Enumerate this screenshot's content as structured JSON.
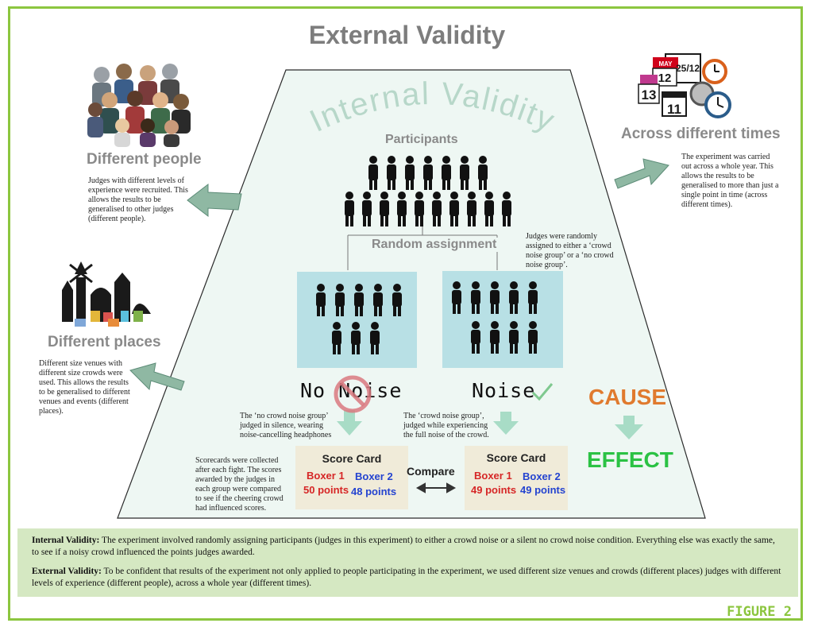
{
  "title": "External Validity",
  "internal_arc": "Internal Validity",
  "participants_label": "Participants",
  "random_assignment_label": "Random assignment",
  "random_note": "Judges were randomly assigned to either a ‘crowd noise group’ or a ‘no crowd noise group’.",
  "people": {
    "heading": "Different people",
    "note": "Judges with different levels of experience were recruited. This allows the results to be generalised to other judges (different people)."
  },
  "places": {
    "heading": "Different places",
    "note": "Different size venues with different size crowds were used. This allows the results to be generalised to different venues and events (different places)."
  },
  "times": {
    "heading": "Across different times",
    "note": "The experiment was carried out across a whole year. This allows the results to be generalised to more than just a single point in time (across different times).",
    "calendar_labels": [
      "MAY",
      "25/12",
      "12",
      "13",
      "11"
    ]
  },
  "groups": {
    "no_noise_label": "No Noise",
    "noise_label": "Noise",
    "no_noise_note": "The ‘no crowd noise group’ judged in silence, wearing noise-cancelling headphones",
    "noise_note": "The ‘crowd noise group’, judged while experiencing the full noise of the crowd."
  },
  "scorecard_note": "Scorecards were collected after each fight. The scores awarded by the judges in each group were compared to see if the cheering crowd had influenced scores.",
  "score_cards": [
    {
      "title": "Score Card",
      "boxer1": "Boxer 1",
      "boxer2": "Boxer 2",
      "points1": "50 points",
      "points2": "48 points"
    },
    {
      "title": "Score Card",
      "boxer1": "Boxer 1",
      "boxer2": "Boxer 2",
      "points1": "49 points",
      "points2": "49 points"
    }
  ],
  "compare_label": "Compare",
  "cause_label": "CAUSE",
  "effect_label": "EFFECT",
  "summary": {
    "internal_term": "Internal Validity:",
    "internal_text": " The experiment involved randomly assigning participants (judges in this experiment) to either a crowd noise or a silent no crowd noise condition. Everything else was exactly the same, to see if a noisy crowd influenced the points judges awarded.",
    "external_term": "External Validity:",
    "external_text": " To be confident that results of the experiment not only applied to people participating in the experiment, we used different size venues and crowds (different places) judges with different levels of experience (different people), across a whole year (different times)."
  },
  "figure_label": "FIGURE 2",
  "colors": {
    "frame": "#8cc63f",
    "trapezoid": "#eef7f3",
    "panel": "#b8e0e5",
    "cause": "#e07a2e",
    "effect": "#2bc244",
    "arrow": "#8fb8a3",
    "down_arrow": "#a8dcc6"
  }
}
